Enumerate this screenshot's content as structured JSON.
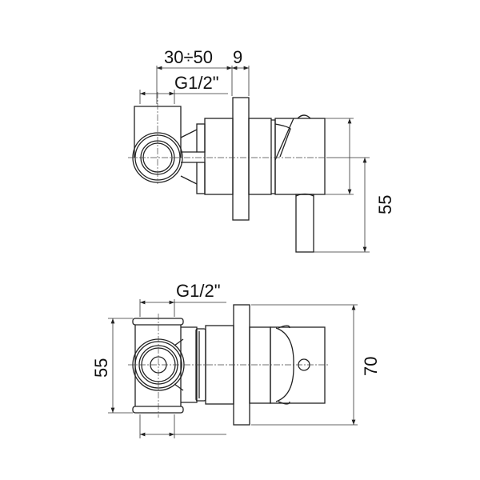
{
  "top_view": {
    "dim_depth_range": "30÷50",
    "dim_flange": "9",
    "dim_thread": "G1/2\"",
    "dim_height": "55"
  },
  "bottom_view": {
    "dim_thread": "G1/2\"",
    "dim_height_body": "55",
    "dim_height_flange": "70"
  },
  "colors": {
    "line": "#222222",
    "background": "#ffffff"
  }
}
